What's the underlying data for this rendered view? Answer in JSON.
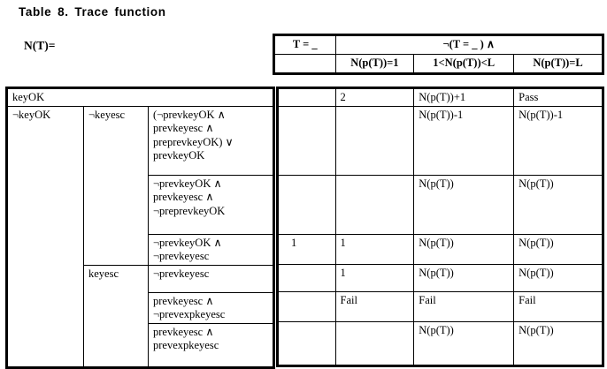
{
  "caption": "Table 8.  Trace  function",
  "function_label": "N(T)=",
  "header": {
    "row1": [
      {
        "text": "T = _",
        "span": 1,
        "align": "center"
      },
      {
        "text": "¬(T = _ ) ∧",
        "span": 3,
        "align": "center"
      }
    ],
    "row2": [
      {
        "text": "",
        "align": "center"
      },
      {
        "text": "N(p(T))=1",
        "align": "center"
      },
      {
        "text": "1<N(p(T))<L",
        "align": "center"
      },
      {
        "text": "N(p(T))=L",
        "align": "center"
      }
    ]
  },
  "condition_rows": [
    {
      "id": "keyok",
      "col1": "keyOK",
      "col1_span": 3,
      "col2": null,
      "col3": null
    },
    {
      "id": "notkeyok-notkeyesc-a",
      "col1": "¬keyOK",
      "col1_rowspan": 6,
      "col2": "¬keyesc",
      "col2_rowspan": 3,
      "col3": "(¬prevkeyOK ∧ prevkeyesc ∧ preprevkeyOK) ∨ prevkeyOK"
    },
    {
      "id": "notkeyok-notkeyesc-b",
      "col3": "¬prevkeyOK ∧ prevkeyesc ∧ ¬preprevkeyOK"
    },
    {
      "id": "notkeyok-notkeyesc-c",
      "col3": "¬prevkeyOK ∧ ¬prevkeyesc"
    },
    {
      "id": "notkeyok-keyesc-a",
      "col2": "keyesc",
      "col2_rowspan": 3,
      "col3": "¬prevkeyesc"
    },
    {
      "id": "notkeyok-keyesc-b",
      "col3": "prevkeyesc ∧ ¬prevexpkeyesc"
    },
    {
      "id": "notkeyok-keyesc-c",
      "col3": "prevkeyesc ∧ prevexpkeyesc"
    }
  ],
  "value_rows": [
    {
      "id": "keyok",
      "cells": [
        "",
        "2",
        "N(p(T))+1",
        "Pass"
      ]
    },
    {
      "id": "notkeyok-notkeyesc-a",
      "cells": [
        "",
        "",
        "N(p(T))-1",
        "N(p(T))-1"
      ]
    },
    {
      "id": "notkeyok-notkeyesc-b",
      "cells": [
        "",
        "",
        "N(p(T))",
        "N(p(T))"
      ]
    },
    {
      "id": "notkeyok-notkeyesc-c",
      "cells": [
        "1",
        "1",
        "N(p(T))",
        "N(p(T))"
      ]
    },
    {
      "id": "notkeyok-keyesc-a",
      "cells": [
        "",
        "1",
        "N(p(T))",
        "N(p(T))"
      ]
    },
    {
      "id": "notkeyok-keyesc-b",
      "cells": [
        "",
        "Fail",
        "Fail",
        "Fail"
      ]
    },
    {
      "id": "notkeyok-keyesc-c",
      "cells": [
        "",
        "",
        "N(p(T))",
        "N(p(T))"
      ]
    }
  ],
  "colors": {
    "border": "#000000",
    "background": "#ffffff",
    "text": "#000000"
  }
}
